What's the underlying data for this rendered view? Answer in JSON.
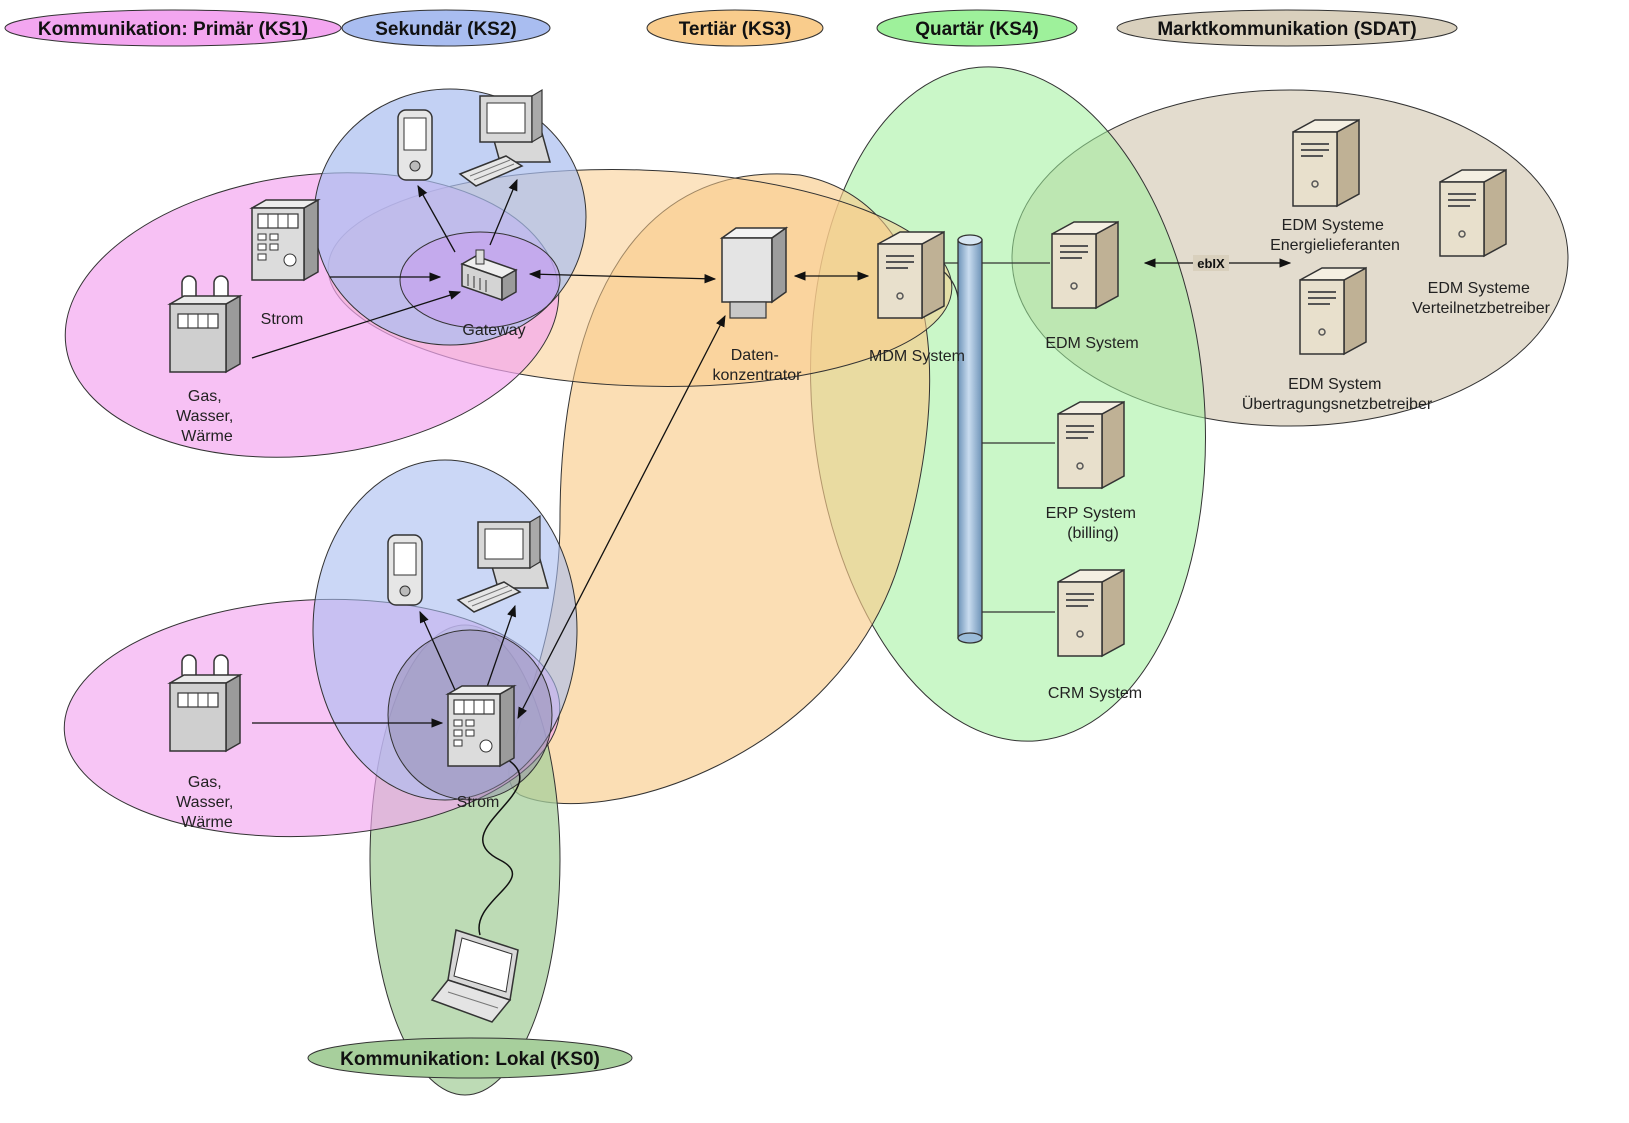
{
  "legend": {
    "ks1": "Kommunikation:  Primär (KS1)",
    "ks2": "Sekundär (KS2)",
    "ks3": "Tertiär (KS3)",
    "ks4": "Quartär (KS4)",
    "sdat": "Marktkommunikation (SDAT)",
    "ks0": "Kommunikation:  Lokal (KS0)"
  },
  "nodes": {
    "strom_top": "Strom",
    "gateway": "Gateway",
    "gas_top": [
      "Gas,",
      "Wasser,",
      "Wärme"
    ],
    "datenkonzentrator": [
      "Daten-",
      "konzentrator"
    ],
    "mdm": "MDM System",
    "edm": "EDM System",
    "erp": [
      "ERP System",
      "(billing)"
    ],
    "crm": "CRM System",
    "edm_lieferanten": [
      "EDM Systeme",
      "Energielieferanten"
    ],
    "edm_verteil": [
      "EDM Systeme",
      "Verteilnetzbetreiber"
    ],
    "edm_uebertragung": [
      "EDM System",
      "Übertragungsnetzbetreiber"
    ],
    "ebix": "ebIX",
    "gas_bottom": [
      "Gas,",
      "Wasser,",
      "Wärme"
    ],
    "strom_bottom": "Strom"
  },
  "colors": {
    "ks1": "#f3a6f0",
    "ks2": "#a9bdf0",
    "ks3": "#f9cc8c",
    "ks4": "#9ef19b",
    "sdat": "#d9d0bd",
    "ks0": "#a7cf9c",
    "bus": "#9bbcd9"
  }
}
